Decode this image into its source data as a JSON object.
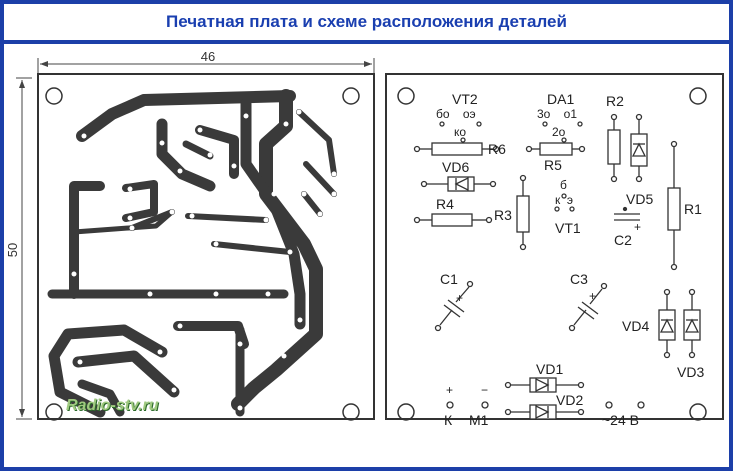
{
  "title": "Печатная плата и схеме расположения деталей",
  "watermark": "Radio-stv.ru",
  "pcb": {
    "width_mm": "46",
    "height_mm": "50"
  },
  "layout_labels": {
    "vt2": "VT2",
    "vt2_pins": "бо    оэ",
    "vt2_ko": "ко",
    "da1": "DA1",
    "da1_pins": "3о    о1",
    "da1_pin2": "2о",
    "r2": "R2",
    "r6": "R6",
    "r5": "R5",
    "vd6": "VD6",
    "vd5": "VD5",
    "r4": "R4",
    "r3": "R3",
    "vt1_b": "б",
    "vt1_ke": "к  э",
    "vt1": "VT1",
    "c2": "C2",
    "r1": "R1",
    "c1": "C1",
    "c3": "C3",
    "vd4": "VD4",
    "vd3": "VD3",
    "vd1": "VD1",
    "vd2": "VD2",
    "plus": "+",
    "minus": "−",
    "k": "К",
    "m1": "М1",
    "supply": "~24 В"
  },
  "colors": {
    "frame": "#1c3fa8",
    "title_text": "#1a3fb0",
    "trace": "#3a3a3a",
    "line": "#333333"
  }
}
